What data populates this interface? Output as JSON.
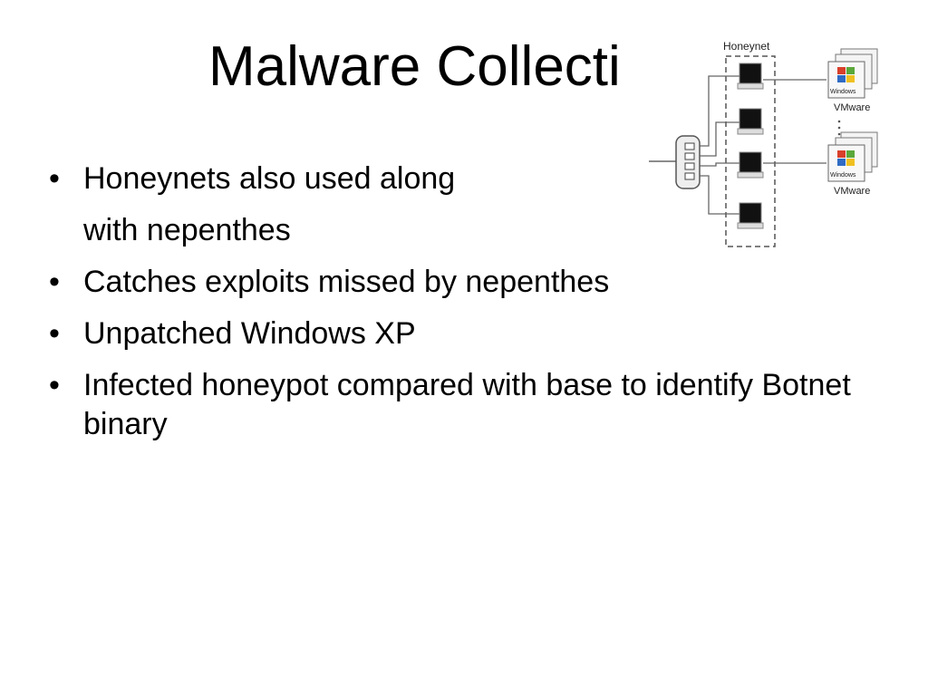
{
  "slide": {
    "title": "Malware Collecti",
    "bullets": [
      {
        "marker": "•",
        "lines": [
          "Honeynets also used along",
          "with nepenthes"
        ]
      },
      {
        "marker": "•",
        "text": "Catches exploits missed by nepenthes"
      },
      {
        "marker": "•",
        "text": "Unpatched Windows XP"
      },
      {
        "marker": "•",
        "text": "Infected honeypot compared with base to identify Botnet binary"
      }
    ]
  },
  "diagram": {
    "honeynet_label": "Honeynet",
    "vm_label_1": "VMware",
    "vm_label_2": "VMware",
    "windows_label_1": "Windows",
    "windows_label_2": "Windows",
    "colors": {
      "line": "#555555",
      "screen": "#111111",
      "box_fill": "#f4f4f4",
      "green": "#5aa83a",
      "red": "#d8402a",
      "blue": "#2f6bc4",
      "yellow": "#f0c020"
    }
  }
}
